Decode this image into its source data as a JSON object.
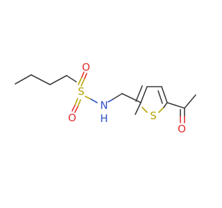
{
  "molecule": {
    "atoms": {
      "sulfonyl_s": "S",
      "sulfonyl_o_top": "O",
      "sulfonyl_o_bottom": "O",
      "nh_n": "N",
      "nh_h": "H",
      "thiophene_s": "S",
      "ketone_o": "O"
    },
    "colors": {
      "carbon_bond": "#3a3a3a",
      "sulfur": "#b8a000",
      "oxygen": "#e03030",
      "nitrogen": "#3050c8"
    }
  }
}
